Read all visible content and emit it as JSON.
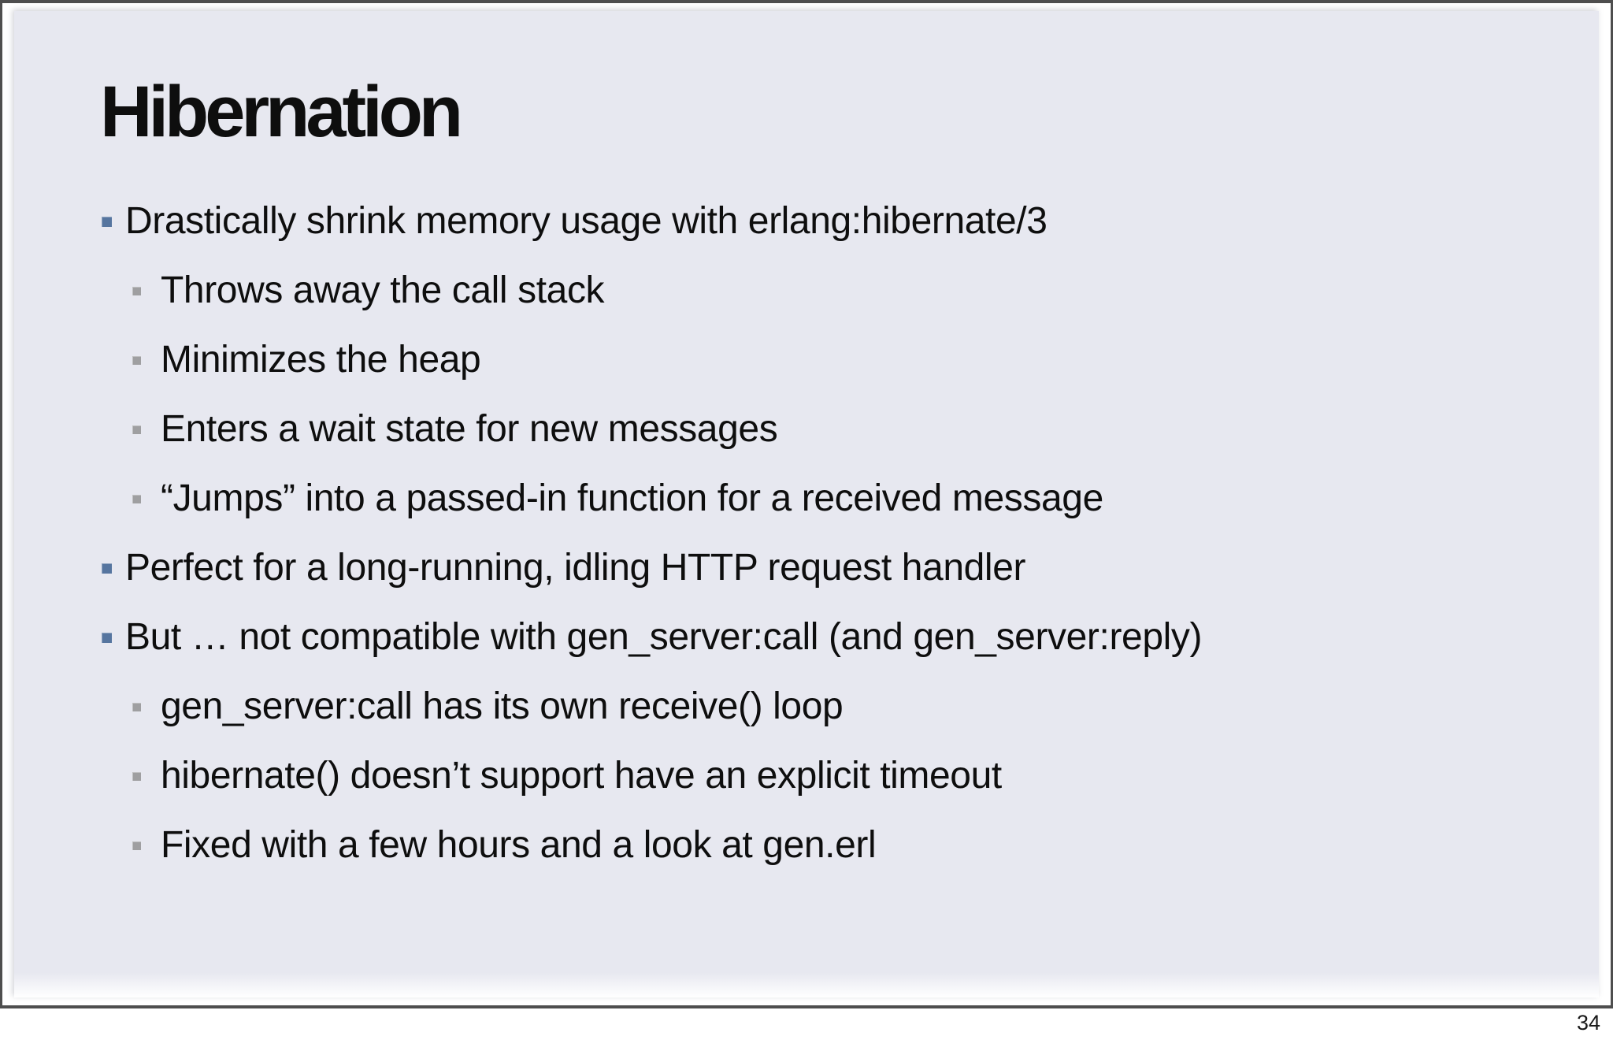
{
  "slide": {
    "title": "Hibernation",
    "bullets": [
      {
        "level": 1,
        "text": "Drastically shrink memory usage with erlang:hibernate/3"
      },
      {
        "level": 2,
        "text": "Throws away the call stack"
      },
      {
        "level": 2,
        "text": "Minimizes the heap"
      },
      {
        "level": 2,
        "text": "Enters a wait state for new messages"
      },
      {
        "level": 2,
        "text": "“Jumps” into a passed-in function for a received message"
      },
      {
        "level": 1,
        "text": "Perfect for a long-running, idling HTTP request handler"
      },
      {
        "level": 1,
        "text": "But … not compatible with gen_server:call (and gen_server:reply)"
      },
      {
        "level": 2,
        "text": "gen_server:call has its own receive() loop"
      },
      {
        "level": 2,
        "text": "hibernate() doesn’t support have an explicit timeout"
      },
      {
        "level": 2,
        "text": "Fixed with a few hours and a look at gen.erl"
      }
    ]
  },
  "page": {
    "number": "34"
  },
  "colors": {
    "slide_bg": "#e7e8f0",
    "frame_border": "#4e4e4e",
    "bullet_l1": "#56759f",
    "bullet_l2": "#9f9fa1",
    "text": "#0e0e0e"
  },
  "icons": {
    "bullet_l1": "square-bullet-icon",
    "bullet_l2": "square-bullet-icon"
  }
}
